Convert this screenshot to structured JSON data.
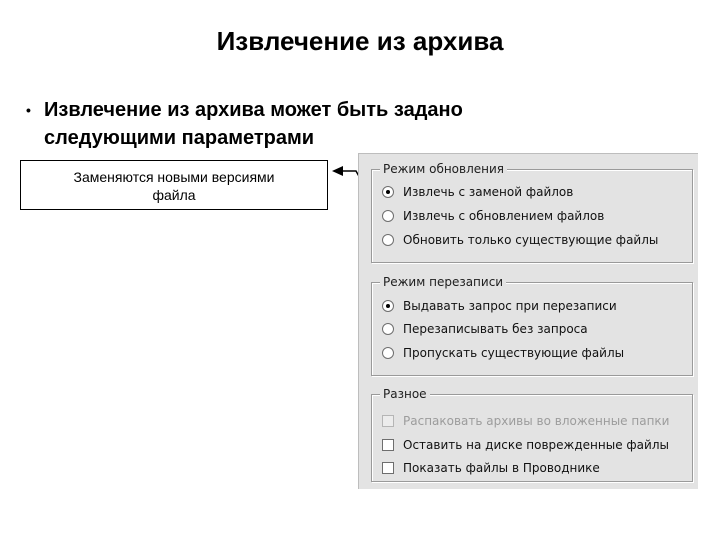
{
  "slide": {
    "title": "Извлечение из архива",
    "bullet_marker": "•",
    "bullet_text_line1": "Извлечение из архива может быть задано",
    "bullet_text_line2": "следующими параметрами"
  },
  "callout": {
    "line1": "Заменяются новыми версиями",
    "line2": "файла"
  },
  "dialog": {
    "update_mode": {
      "label": "Режим обновления",
      "options": [
        {
          "label": "Извлечь с заменой файлов",
          "selected": true
        },
        {
          "label": "Извлечь с обновлением файлов",
          "selected": false
        },
        {
          "label": "Обновить только существующие файлы",
          "selected": false
        }
      ]
    },
    "overwrite_mode": {
      "label": "Режим перезаписи",
      "options": [
        {
          "label": "Выдавать запрос при перезаписи",
          "selected": true
        },
        {
          "label": "Перезаписывать без запроса",
          "selected": false
        },
        {
          "label": "Пропускать существующие файлы",
          "selected": false
        }
      ]
    },
    "misc": {
      "label": "Разное",
      "options": [
        {
          "label": "Распаковать архивы во вложенные папки",
          "checked": false,
          "disabled": true
        },
        {
          "label": "Оставить на диске поврежденные файлы",
          "checked": false,
          "disabled": false
        },
        {
          "label": "Показать файлы в Проводнике",
          "checked": false,
          "disabled": false
        }
      ]
    }
  }
}
